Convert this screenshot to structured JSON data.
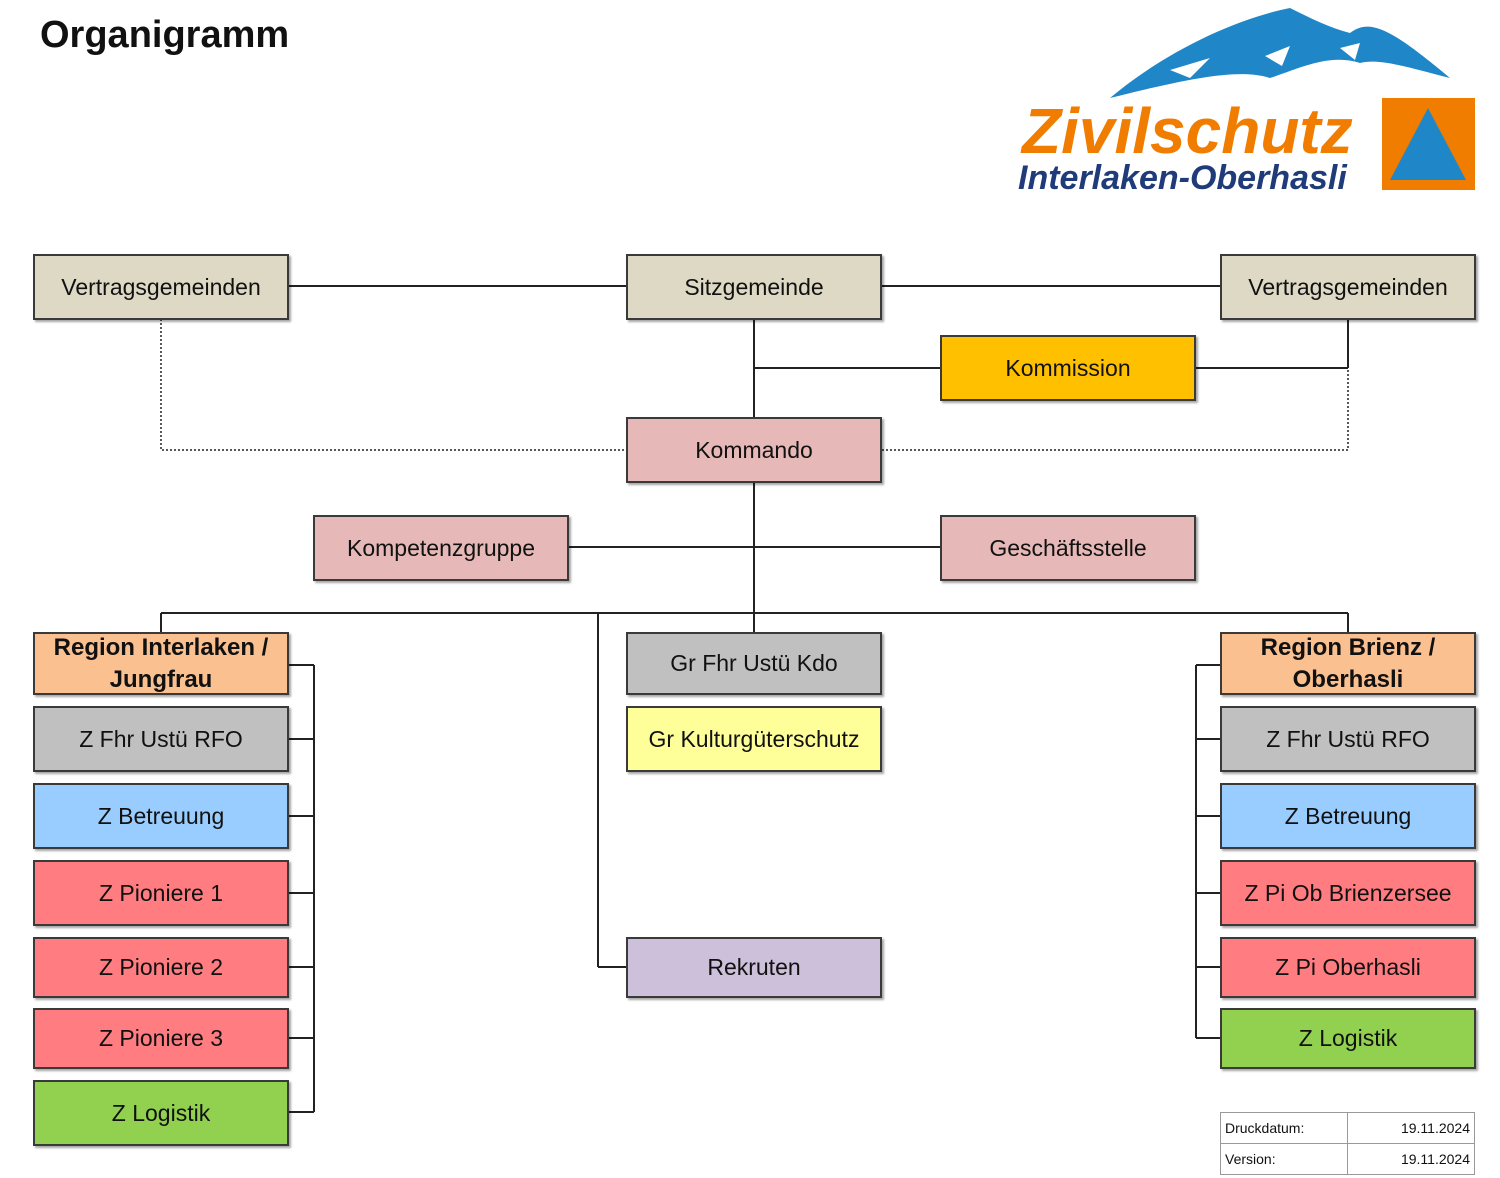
{
  "title": "Organigramm",
  "logo": {
    "line1": "Zivilschutz",
    "line2": "Interlaken-Oberhasli"
  },
  "colors": {
    "beige": "#ddd9c4",
    "gold": "#ffc000",
    "rose": "#e6b9b8",
    "peach": "#fac090",
    "gray": "#c0c0c0",
    "yellow": "#ffff99",
    "lilac": "#ccc0da",
    "blue": "#99ccff",
    "red": "#ff7c80",
    "green": "#92d050",
    "logo_orange": "#f07c00",
    "logo_blue": "#1f87c8",
    "logo_navy": "#1f3b7a"
  },
  "top": {
    "vertragsgemeinden_left": "Vertragsgemeinden",
    "sitzgemeinde": "Sitzgemeinde",
    "vertragsgemeinden_right": "Vertragsgemeinden",
    "kommission": "Kommission",
    "kommando": "Kommando",
    "kompetenzgruppe": "Kompetenzgruppe",
    "geschaeftsstelle": "Geschäftsstelle"
  },
  "region_left": {
    "title": "Region Interlaken / Jungfrau",
    "units": [
      "Z Fhr Ustü RFO",
      "Z Betreuung",
      "Z Pioniere 1",
      "Z Pioniere 2",
      "Z Pioniere 3",
      "Z Logistik"
    ]
  },
  "center": {
    "gr_fhr": "Gr Fhr Ustü Kdo",
    "kgs": "Gr Kulturgüterschutz",
    "rekruten": "Rekruten"
  },
  "region_right": {
    "title": "Region Brienz / Oberhasli",
    "units": [
      "Z Fhr Ustü RFO",
      "Z Betreuung",
      "Z Pi Ob Brienzersee",
      "Z Pi Oberhasli",
      "Z Logistik"
    ]
  },
  "meta": {
    "druckdatum_label": "Druckdatum:",
    "druckdatum": "19.11.2024",
    "version_label": "Version:",
    "version": "19.11.2024"
  }
}
